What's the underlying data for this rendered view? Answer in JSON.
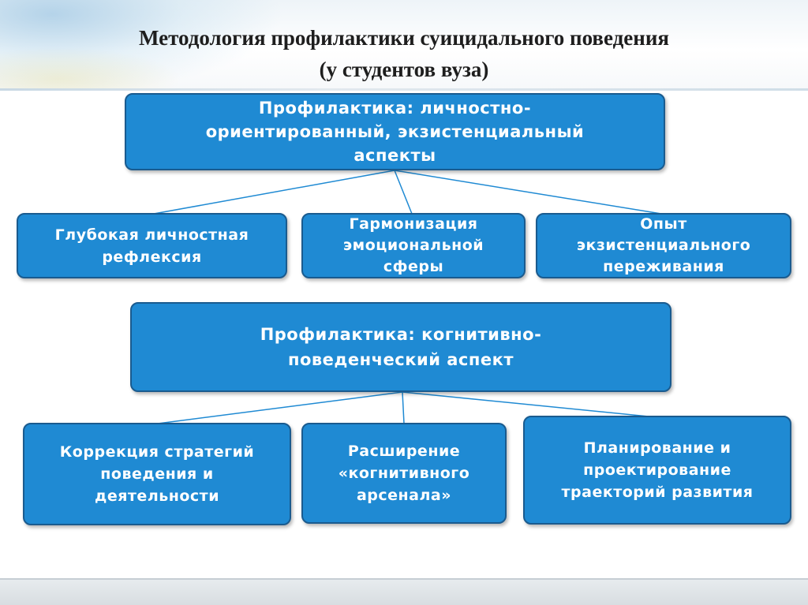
{
  "title": {
    "line1": "Методология профилактики суицидального поведения",
    "line2": "(у студентов вуза)"
  },
  "group1": {
    "head": [
      "Профилактика: личностно-",
      "ориентированный, экзистенциальный",
      "аспекты"
    ],
    "children": [
      [
        "Глубокая личностная",
        "рефлексия"
      ],
      [
        "Гармонизация",
        "эмоциональной",
        "сферы"
      ],
      [
        "Опыт",
        "экзистенциального",
        "переживания"
      ]
    ]
  },
  "group2": {
    "head": [
      "Профилактика: когнитивно-",
      "поведенческий аспект"
    ],
    "children": [
      [
        "Коррекция стратегий",
        "поведения и",
        "деятельности"
      ],
      [
        "Расширение",
        "«когнитивного",
        "арсенала»"
      ],
      [
        "Планирование и",
        "проектирование",
        "траекторий развития"
      ]
    ]
  },
  "colors": {
    "box_fill": "#1f8ad3",
    "box_border": "#1a5b8f",
    "box_text": "#ffffff",
    "connector": "#1f8ad3"
  }
}
